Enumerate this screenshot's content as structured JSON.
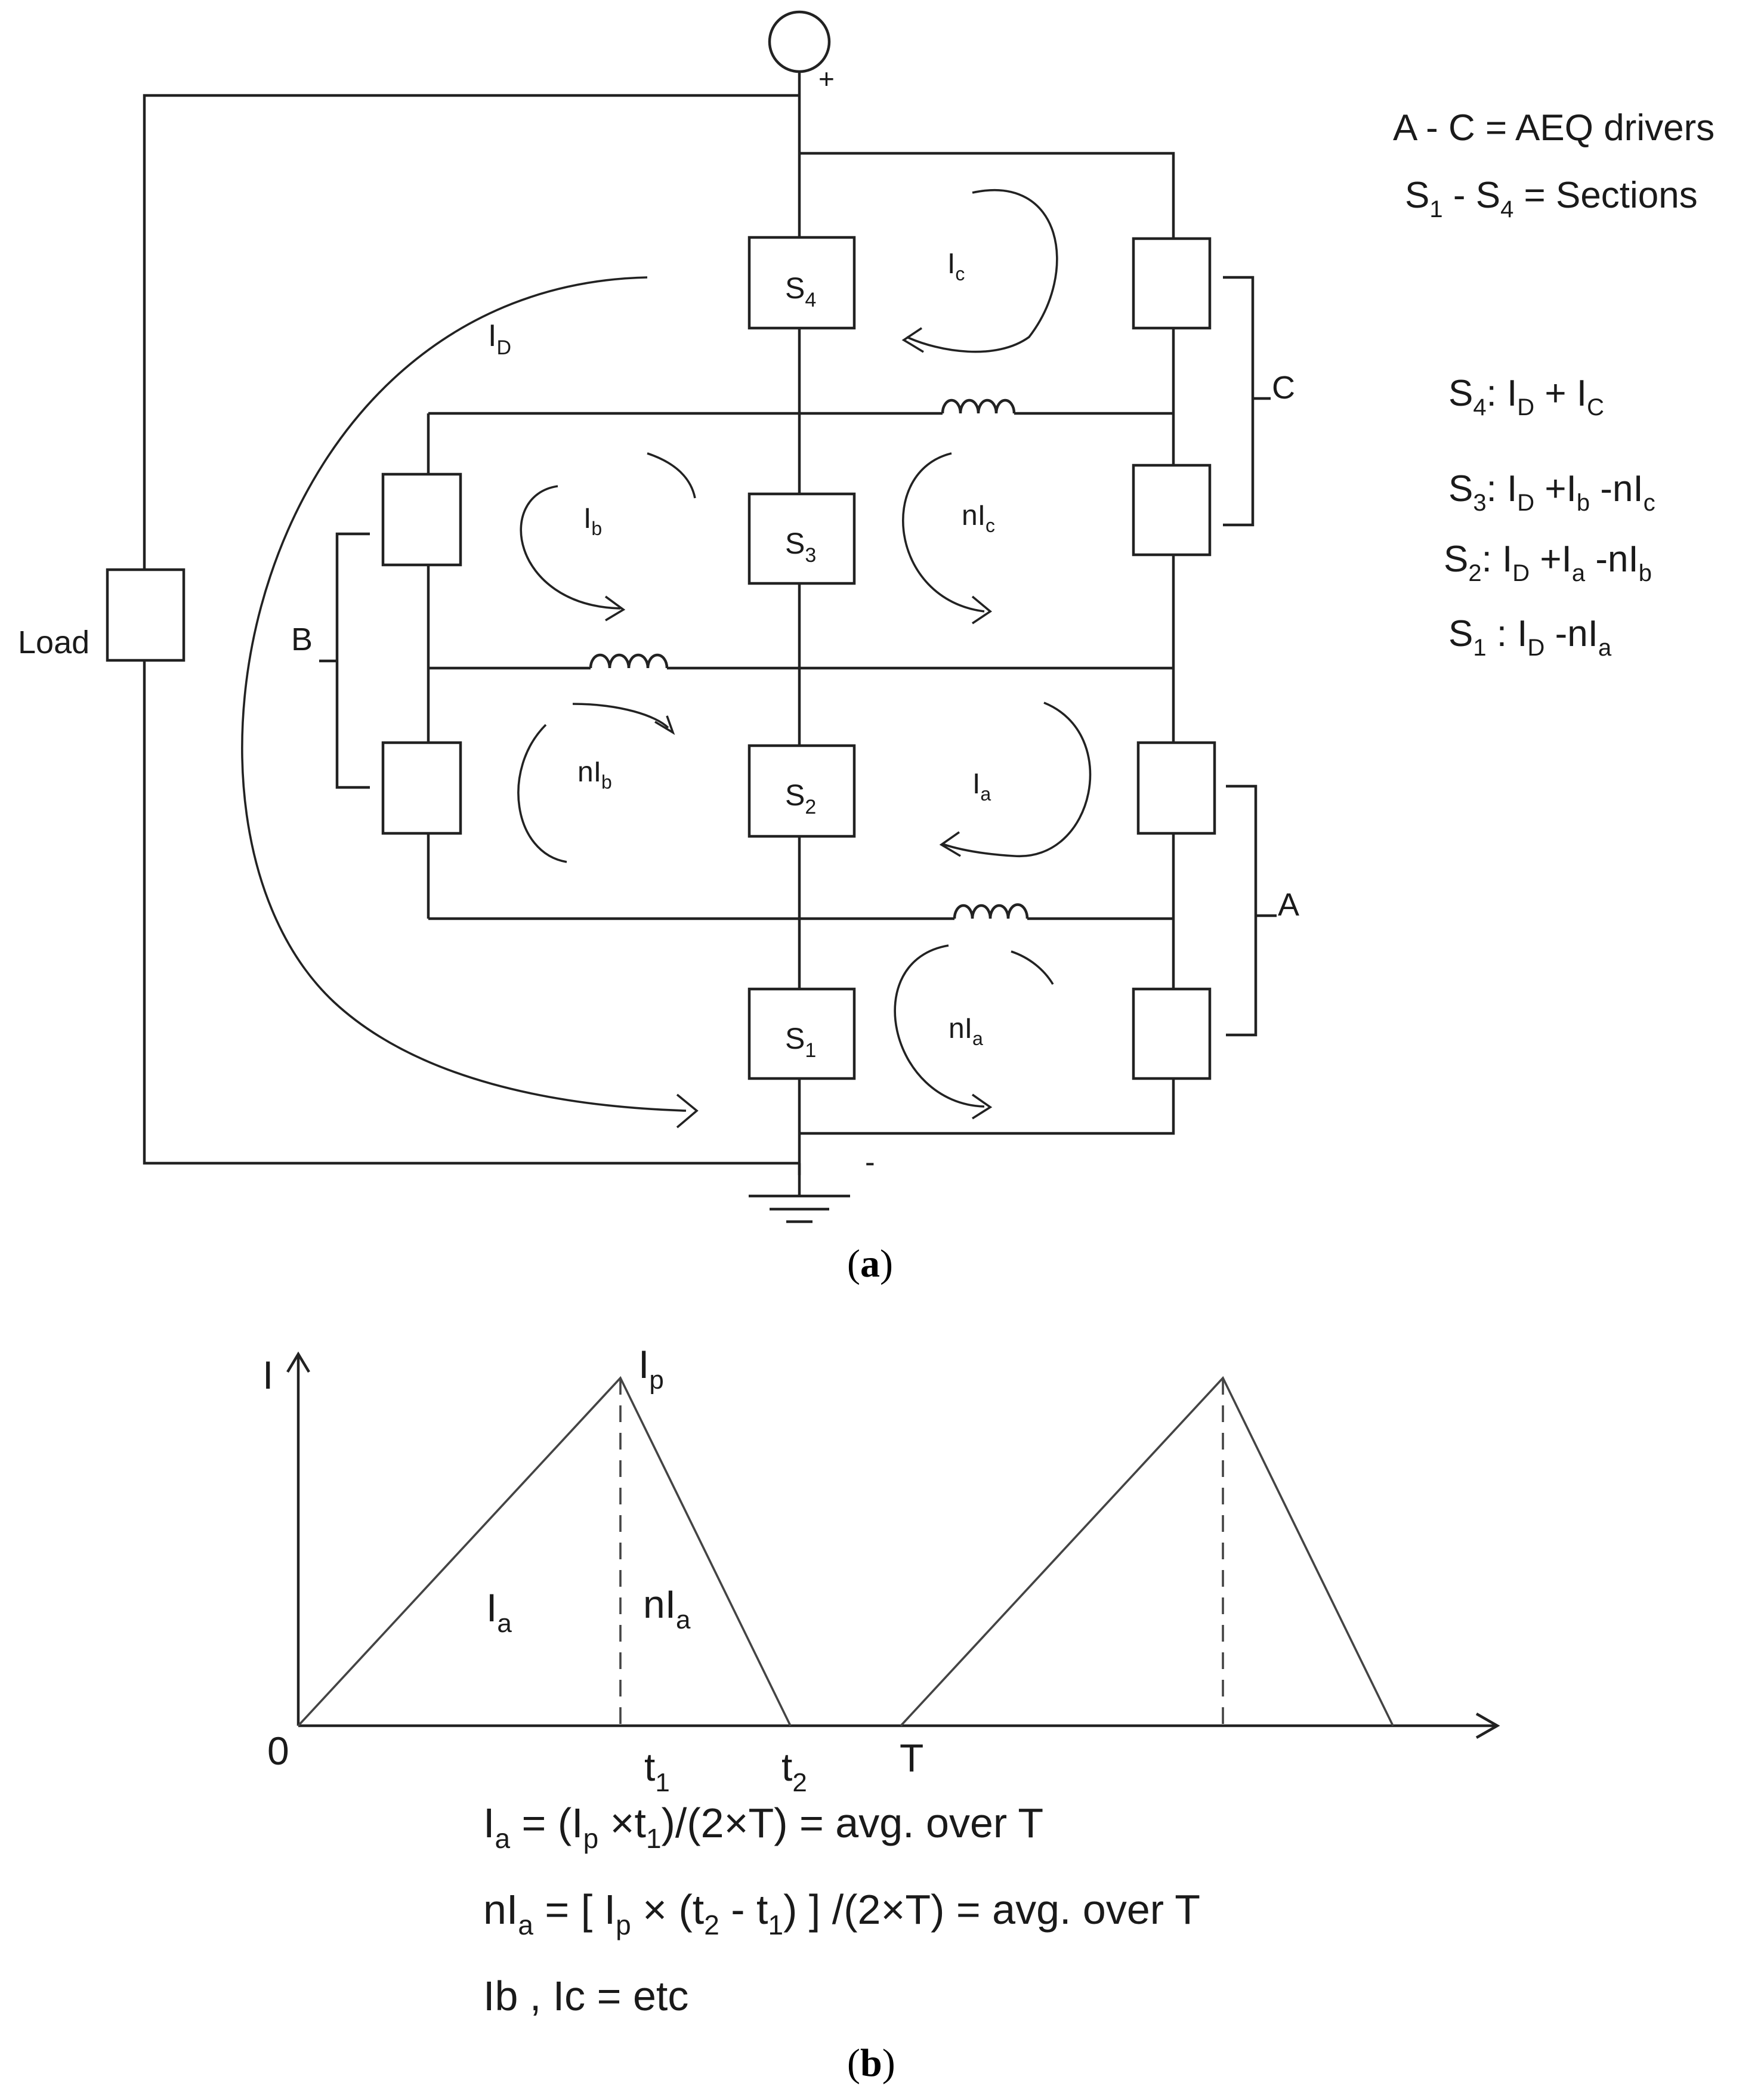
{
  "legend": {
    "drivers": "A - C = AEQ drivers",
    "sections": [
      "S",
      "1",
      " - S",
      "4",
      " = Sections"
    ]
  },
  "sections": [
    {
      "main": "S",
      "sub": "4"
    },
    {
      "main": "S",
      "sub": "3"
    },
    {
      "main": "S",
      "sub": "2"
    },
    {
      "main": "S",
      "sub": "1"
    }
  ],
  "drivers": [
    "C",
    "B",
    "A"
  ],
  "load_label": "Load",
  "terminals": {
    "plus": "+",
    "minus": "-"
  },
  "loop_currents": {
    "ID": {
      "main": "I",
      "sub": "D"
    },
    "Ic": {
      "main": "I",
      "sub": "c"
    },
    "nIc": {
      "main": "nI",
      "sub": "c"
    },
    "Ib": {
      "main": "I",
      "sub": "b"
    },
    "nIb": {
      "main": "nI",
      "sub": "b"
    },
    "Ia": {
      "main": "I",
      "sub": "a"
    },
    "nIa": {
      "main": "nI",
      "sub": "a"
    }
  },
  "section_currents": [
    [
      [
        "S",
        "4",
        ":"
      ],
      [
        " I",
        "D",
        " + I",
        "C"
      ]
    ],
    [
      [
        "S",
        "3",
        ":"
      ],
      [
        " I",
        "D",
        " +I",
        "b",
        " -nI",
        "c"
      ]
    ],
    [
      [
        "S",
        "2",
        ":"
      ],
      [
        " I",
        "D",
        " +I",
        "a",
        " -nI",
        "b"
      ]
    ],
    [
      [
        "S",
        "1",
        " :"
      ],
      [
        " I",
        "D",
        " -nI",
        "a"
      ]
    ]
  ],
  "caption_a": [
    "(",
    "a",
    ")"
  ],
  "waveform": {
    "y_axis": "I",
    "origin": "0",
    "peak": {
      "main": "I",
      "sub": "p"
    },
    "x_ticks": [
      {
        "main": "t",
        "sub": "1"
      },
      {
        "main": "t",
        "sub": "2"
      },
      {
        "main": "T",
        "sub": ""
      }
    ],
    "area_left": {
      "main": "I",
      "sub": "a"
    },
    "area_right": {
      "main": "nI",
      "sub": "a"
    }
  },
  "equations": {
    "eq1": [
      "I",
      "a",
      " = (I",
      "p",
      " ×t",
      "1",
      ")/(2×T) = avg. over T"
    ],
    "eq2": [
      "nI",
      "a",
      " = [ I",
      "p",
      " × (t",
      "2",
      " - t",
      "1",
      ") ] /(2×T) = avg. over T"
    ],
    "eq3": "Ib , Ic = etc"
  },
  "caption_b": [
    "(",
    "b",
    ")"
  ]
}
